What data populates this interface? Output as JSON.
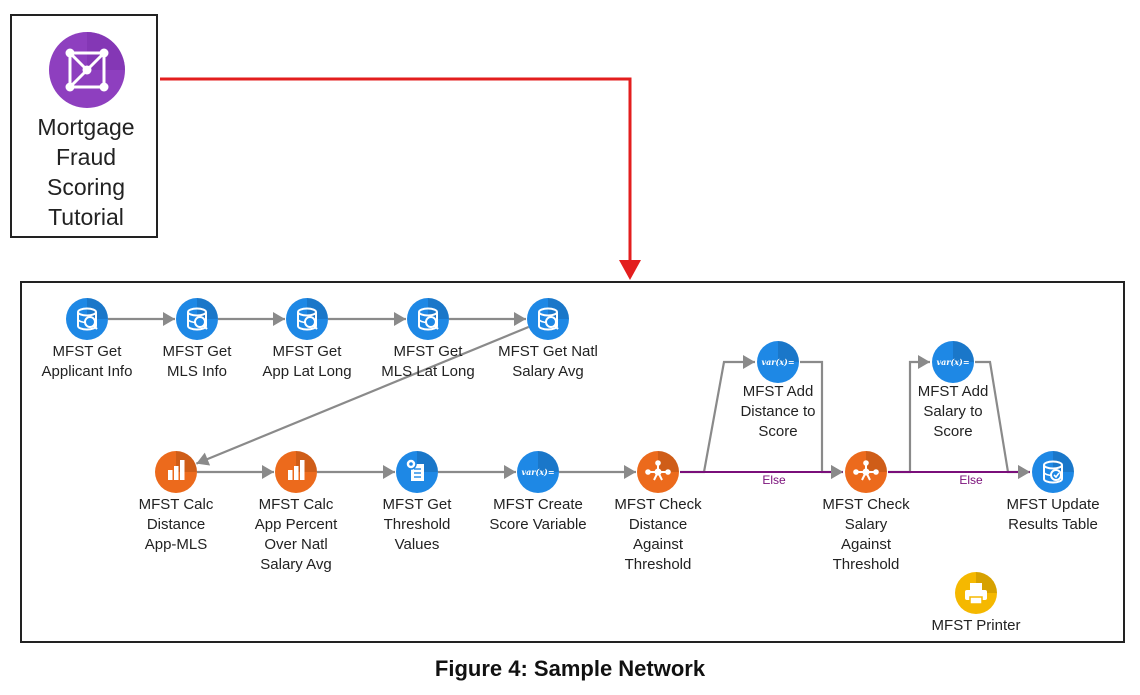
{
  "tutorial": {
    "title": "Mortgage\nFraud\nScoring\nTutorial"
  },
  "caption": "Figure 4: Sample Network",
  "else_label": "Else",
  "icon_glyphs": {
    "var": "var(x)="
  },
  "colors": {
    "db_blue": "#1e88e5",
    "calc_orange": "#ec6a1c",
    "branch_orange": "#ec6a1c",
    "printer_yellow": "#f5b800",
    "tutorial_purple": "#8e3fbf",
    "link_gray": "#8a8a8a",
    "highlight_red": "#e31e1e",
    "else_purple": "#7a0f7a"
  },
  "nodes": [
    {
      "id": "get-applicant-info",
      "icon": "database-search-icon",
      "lines": [
        "MFST Get",
        "Applicant Info"
      ]
    },
    {
      "id": "get-mls-info",
      "icon": "database-search-icon",
      "lines": [
        "MFST Get",
        "MLS Info"
      ]
    },
    {
      "id": "get-app-lat-long",
      "icon": "database-search-icon",
      "lines": [
        "MFST Get",
        "App Lat Long"
      ]
    },
    {
      "id": "get-mls-lat-long",
      "icon": "database-search-icon",
      "lines": [
        "MFST Get",
        "MLS Lat Long"
      ]
    },
    {
      "id": "get-natl-salary-avg",
      "icon": "database-search-icon",
      "lines": [
        "MFST Get Natl",
        "Salary Avg"
      ]
    },
    {
      "id": "calc-distance-app-mls",
      "icon": "bar-chart-icon",
      "lines": [
        "MFST Calc",
        "Distance",
        "App-MLS"
      ]
    },
    {
      "id": "calc-app-percent",
      "icon": "bar-chart-icon",
      "lines": [
        "MFST Calc",
        "App Percent",
        "Over Natl",
        "Salary Avg"
      ]
    },
    {
      "id": "get-threshold-values",
      "icon": "settings-document-icon",
      "lines": [
        "MFST Get",
        "Threshold",
        "Values"
      ]
    },
    {
      "id": "create-score-variable",
      "icon": "variable-icon",
      "lines": [
        "MFST Create",
        "Score Variable"
      ]
    },
    {
      "id": "check-distance-threshold",
      "icon": "branch-icon",
      "lines": [
        "MFST Check",
        "Distance",
        "Against",
        "Threshold"
      ]
    },
    {
      "id": "add-distance-to-score",
      "icon": "variable-icon",
      "lines": [
        "MFST Add",
        "Distance to",
        "Score"
      ]
    },
    {
      "id": "check-salary-threshold",
      "icon": "branch-icon",
      "lines": [
        "MFST Check",
        "Salary",
        "Against",
        "Threshold"
      ]
    },
    {
      "id": "add-salary-to-score",
      "icon": "variable-icon",
      "lines": [
        "MFST Add",
        "Salary to",
        "Score"
      ]
    },
    {
      "id": "update-results-table",
      "icon": "database-update-icon",
      "lines": [
        "MFST Update",
        "Results Table"
      ]
    },
    {
      "id": "printer",
      "icon": "printer-icon",
      "lines": [
        "MFST Printer"
      ]
    }
  ],
  "edges": [
    {
      "from": "get-applicant-info",
      "to": "get-mls-info"
    },
    {
      "from": "get-mls-info",
      "to": "get-app-lat-long"
    },
    {
      "from": "get-app-lat-long",
      "to": "get-mls-lat-long"
    },
    {
      "from": "get-mls-lat-long",
      "to": "get-natl-salary-avg"
    },
    {
      "from": "get-natl-salary-avg",
      "to": "calc-distance-app-mls"
    },
    {
      "from": "calc-distance-app-mls",
      "to": "calc-app-percent"
    },
    {
      "from": "calc-app-percent",
      "to": "get-threshold-values"
    },
    {
      "from": "get-threshold-values",
      "to": "create-score-variable"
    },
    {
      "from": "create-score-variable",
      "to": "check-distance-threshold"
    },
    {
      "from": "check-distance-threshold",
      "to": "add-distance-to-score"
    },
    {
      "from": "add-distance-to-score",
      "to": "check-salary-threshold"
    },
    {
      "from": "check-distance-threshold",
      "to": "check-salary-threshold",
      "label": "Else"
    },
    {
      "from": "check-salary-threshold",
      "to": "add-salary-to-score"
    },
    {
      "from": "add-salary-to-score",
      "to": "update-results-table"
    },
    {
      "from": "check-salary-threshold",
      "to": "update-results-table",
      "label": "Else"
    }
  ]
}
